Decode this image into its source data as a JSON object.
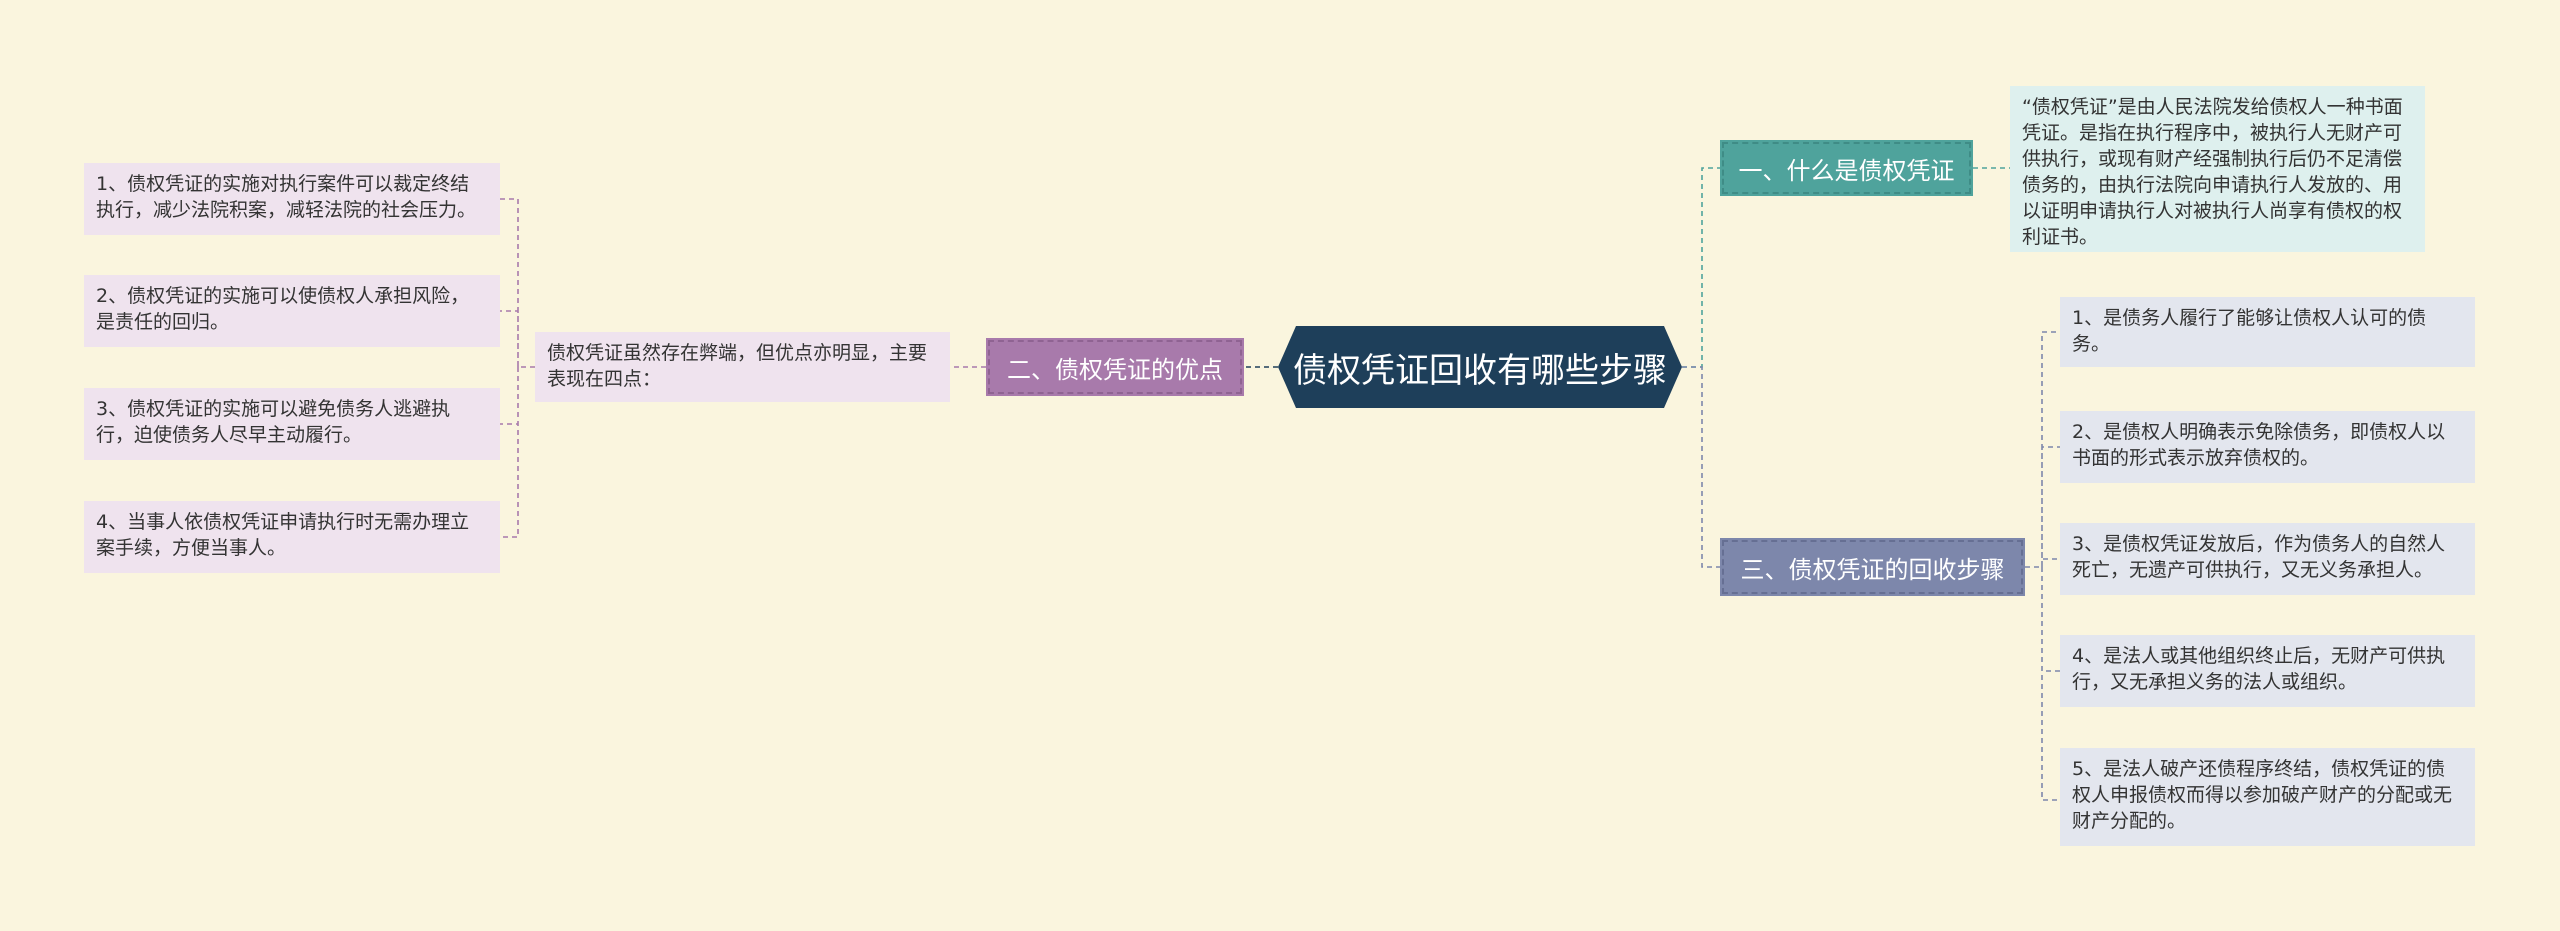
{
  "colors": {
    "background": "#faf5de",
    "root": "#1e3f5a",
    "branch_1": "#4fa39c",
    "branch_2": "#a87aab",
    "branch_3": "#7d87ab",
    "leaf_left": "#efe3ee",
    "leaf_right": "#e3e6ee",
    "leaf_definition": "#def0ee"
  },
  "root": {
    "text": "债权凭证回收有哪些步骤"
  },
  "branch_what": {
    "label": "一、什么是债权凭证",
    "detail": "“债权凭证”是由人民法院发给债权人一种书面凭证。是指在执行程序中，被执行人无财产可供执行，或现有财产经强制执行后仍不足清偿债务的，由执行法院向申请执行人发放的、用以证明申请执行人对被执行人尚享有债权的权利证书。"
  },
  "branch_advantages": {
    "label": "二、债权凭证的优点",
    "summary": "债权凭证虽然存在弊端，但优点亦明显，主要表现在四点：",
    "items": [
      "1、债权凭证的实施对执行案件可以裁定终结执行，减少法院积案，减轻法院的社会压力。",
      "2、债权凭证的实施可以使债权人承担风险，是责任的回归。",
      "3、债权凭证的实施可以避免债务人逃避执行，迫使债务人尽早主动履行。",
      "4、当事人依债权凭证申请执行时无需办理立案手续，方便当事人。"
    ]
  },
  "branch_steps": {
    "label": "三、债权凭证的回收步骤",
    "items": [
      "1、是债务人履行了能够让债权人认可的债务。",
      "2、是债权人明确表示免除债务，即债权人以书面的形式表示放弃债权的。",
      "3、是债权凭证发放后，作为债务人的自然人死亡，无遗产可供执行，又无义务承担人。",
      "4、是法人或其他组织终止后，无财产可供执行，又无承担义务的法人或组织。",
      "5、是法人破产还债程序终结，债权凭证的债权人申报债权而得以参加破产财产的分配或无财产分配的。"
    ]
  }
}
